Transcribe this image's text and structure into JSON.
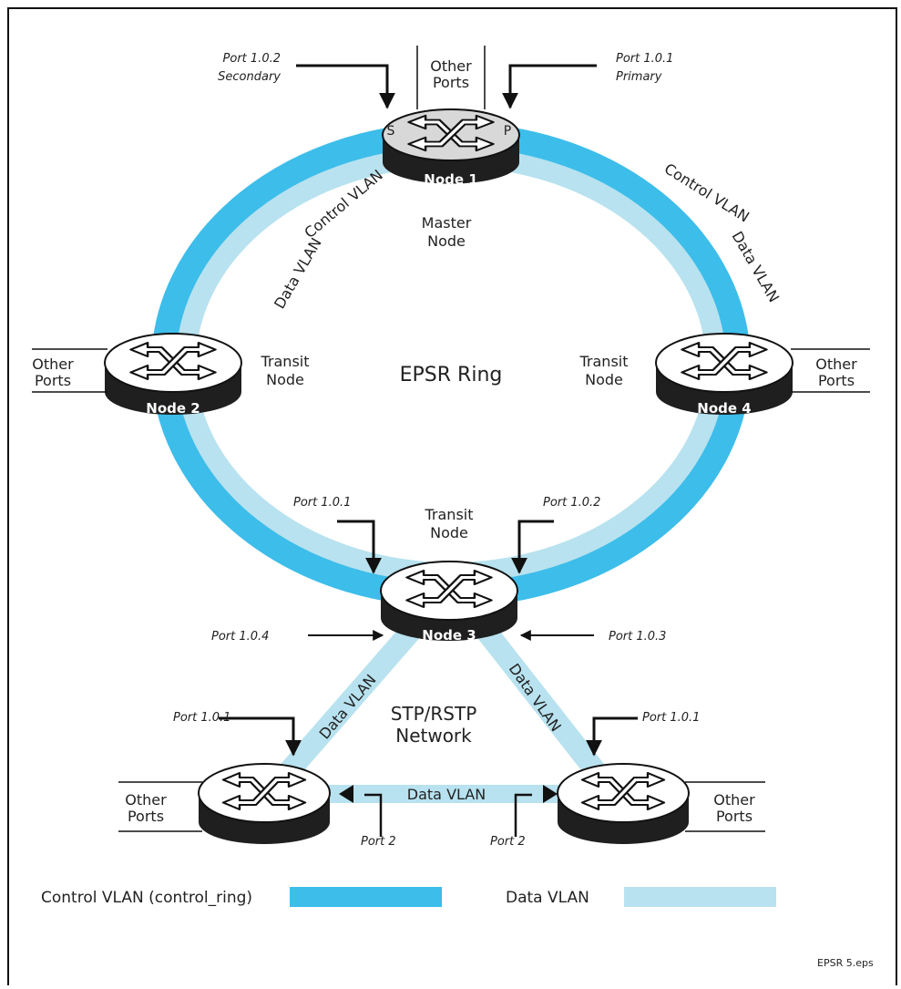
{
  "colors": {
    "control_vlan": "#3dbdea",
    "data_vlan": "#b8e2ef",
    "node_top": "#ffffff",
    "node_side": "#1f1f1f",
    "master_top": "#d8d8d8"
  },
  "ring": {
    "title": "EPSR Ring",
    "left_label_control": "Control VLAN",
    "left_label_data": "Data VLAN",
    "right_label_control": "Control VLAN",
    "right_label_data": "Data VLAN"
  },
  "nodes": {
    "node1": {
      "name": "Node 1",
      "role": "Master Node",
      "other_ports": "Other Ports",
      "s": "S",
      "p": "P",
      "port_secondary": "Port 1.0.2",
      "port_secondary_sub": "Secondary",
      "port_primary": "Port 1.0.1",
      "port_primary_sub": "Primary",
      "icon": "switch-icon"
    },
    "node2": {
      "name": "Node 2",
      "role": "Transit Node",
      "other_ports": "Other Ports",
      "icon": "switch-icon"
    },
    "node4": {
      "name": "Node 4",
      "role": "Transit Node",
      "other_ports": "Other Ports",
      "icon": "switch-icon"
    },
    "node3": {
      "name": "Node 3",
      "role": "Transit Node",
      "port_a": "Port 1.0.1",
      "port_b": "Port 1.0.2",
      "port_c": "Port 1.0.4",
      "port_d": "Port 1.0.3",
      "icon": "switch-icon"
    },
    "bottom_left": {
      "port_top": "Port 1.0.1",
      "port_side": "Port 2",
      "other_ports": "Other Ports",
      "icon": "switch-icon"
    },
    "bottom_right": {
      "port_top": "Port 1.0.1",
      "port_side": "Port 2",
      "other_ports": "Other Ports",
      "icon": "switch-icon"
    }
  },
  "stp": {
    "title": "STP/RSTP Network",
    "left_link": "Data VLAN",
    "right_link": "Data VLAN",
    "bottom_link": "Data VLAN"
  },
  "legend": {
    "control": "Control VLAN (control_ring)",
    "data": "Data VLAN"
  },
  "footer": {
    "filename": "EPSR 5.eps"
  }
}
